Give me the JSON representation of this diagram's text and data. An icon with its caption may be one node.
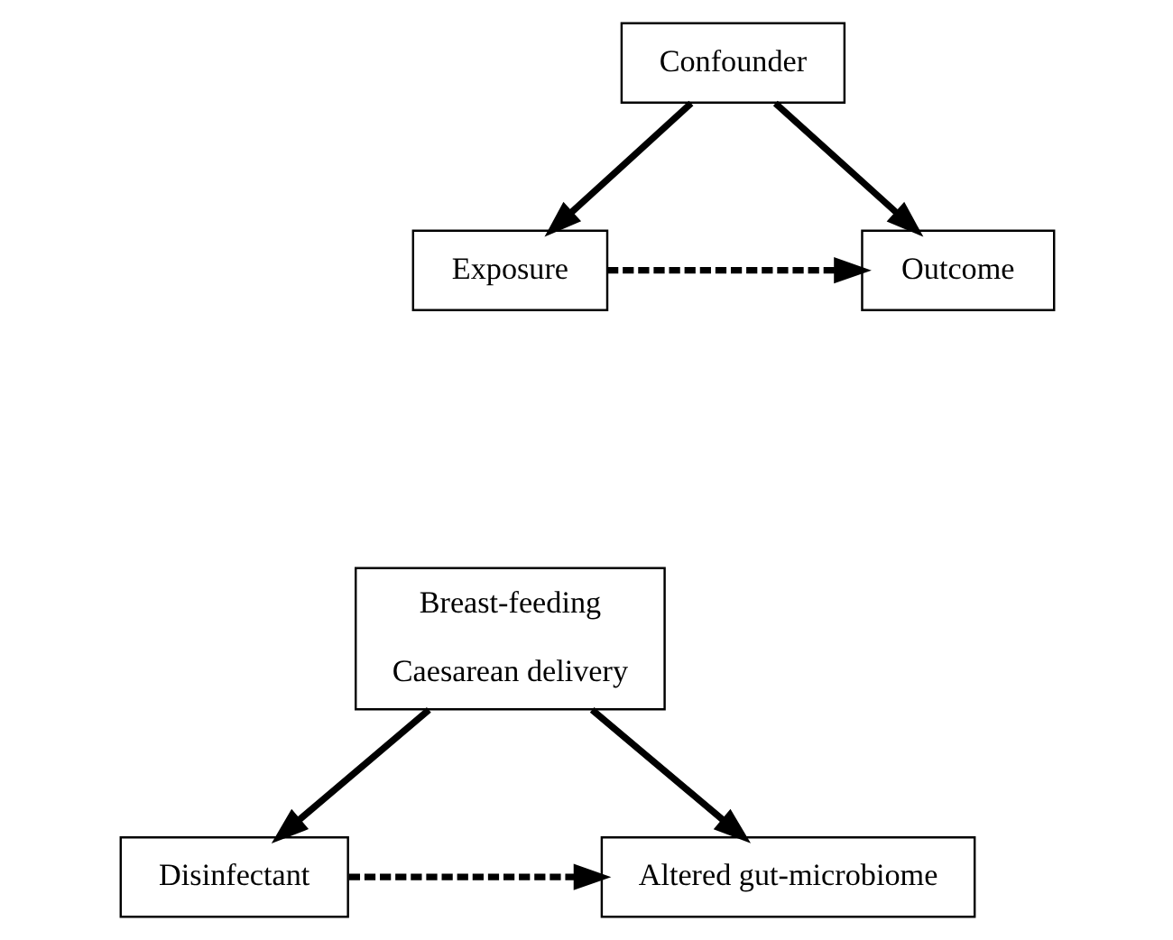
{
  "diagram": {
    "nodes": [
      {
        "text": [
          "Confounder"
        ]
      },
      {
        "text": [
          "Exposure"
        ]
      },
      {
        "text": [
          "Outcome"
        ]
      },
      {
        "text": [
          "Breast-feeding",
          "Caesarean delivery"
        ]
      },
      {
        "text": [
          "Disinfectant"
        ]
      },
      {
        "text": [
          "Altered gut-microbiome"
        ]
      }
    ],
    "edges": [
      {
        "from": 0,
        "to": 1,
        "arrow": "to"
      },
      {
        "from": 0,
        "to": 2,
        "arrow": "to"
      },
      {
        "from": 1,
        "to": 2,
        "arrow": "to",
        "style": "dashed"
      },
      {
        "from": 3,
        "to": 4,
        "arrow": "to"
      },
      {
        "from": 3,
        "to": 5,
        "arrow": "to"
      },
      {
        "from": 4,
        "to": 5,
        "arrow": "to",
        "style": "dashed"
      }
    ]
  }
}
